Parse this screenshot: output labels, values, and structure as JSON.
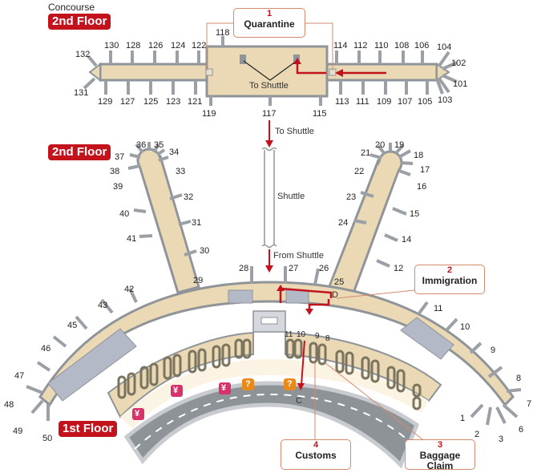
{
  "map": {
    "concourse_label": "Concourse",
    "floor_tags": {
      "concourse_2f": "2nd Floor",
      "main_2f": "2nd Floor",
      "main_1f": "1st Floor"
    },
    "colors": {
      "floor_tag": "#c4121d",
      "corridor": "#ead9b4",
      "wall": "#8f9499",
      "gate_bridge": "#9aa0a5",
      "route_arrow": "#c4121d",
      "callout_border": "#d48a6d",
      "yen_icon": "#d6336c",
      "info_icon": "#e8891c",
      "road": "#8e9398"
    },
    "callouts": [
      {
        "number": "1",
        "label": "Quarantine"
      },
      {
        "number": "2",
        "label": "Immigration"
      },
      {
        "number": "3",
        "label": "Baggage Claim"
      },
      {
        "number": "4",
        "label": "Customs"
      }
    ],
    "route_labels": {
      "to_shuttle_concourse": "To Shuttle",
      "to_shuttle_arrow": "To Shuttle",
      "shuttle": "Shuttle",
      "from_shuttle": "From Shuttle",
      "point_d": "D",
      "point_c": "C"
    },
    "concourse_gates": [
      "130",
      "128",
      "126",
      "124",
      "122",
      "118",
      "132",
      "131",
      "129",
      "127",
      "125",
      "123",
      "121",
      "119",
      "117",
      "115",
      "114",
      "112",
      "110",
      "108",
      "106",
      "104",
      "102",
      "101",
      "103",
      "105",
      "107",
      "109",
      "111",
      "113"
    ],
    "main_gates": [
      "36",
      "35",
      "34",
      "37",
      "38",
      "33",
      "39",
      "32",
      "40",
      "31",
      "41",
      "30",
      "42",
      "29",
      "28",
      "27",
      "26",
      "25",
      "20",
      "19",
      "21",
      "18",
      "22",
      "17",
      "16",
      "23",
      "15",
      "24",
      "14",
      "12",
      "11",
      "10",
      "9",
      "8",
      "7",
      "6",
      "3",
      "2",
      "1",
      "43",
      "45",
      "46",
      "47",
      "48",
      "49",
      "50"
    ],
    "carousels": [
      "11",
      "10",
      "9",
      "8"
    ],
    "icons": {
      "yen": "¥",
      "info": "?"
    }
  }
}
